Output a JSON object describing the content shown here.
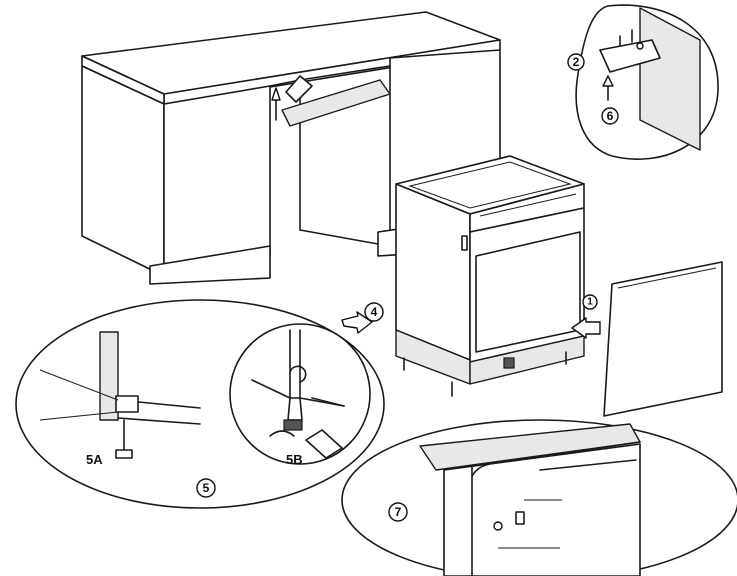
{
  "callouts": {
    "step_2": "2",
    "step_4": "4",
    "step_5": "5",
    "step_6": "6",
    "step_7": "7",
    "step_5a": "5A",
    "step_5b": "5B",
    "step_1": "1"
  },
  "colors": {
    "line": "#1a1a1a",
    "panel_fill": "#ffffff",
    "shade": "#e8e8e8"
  }
}
